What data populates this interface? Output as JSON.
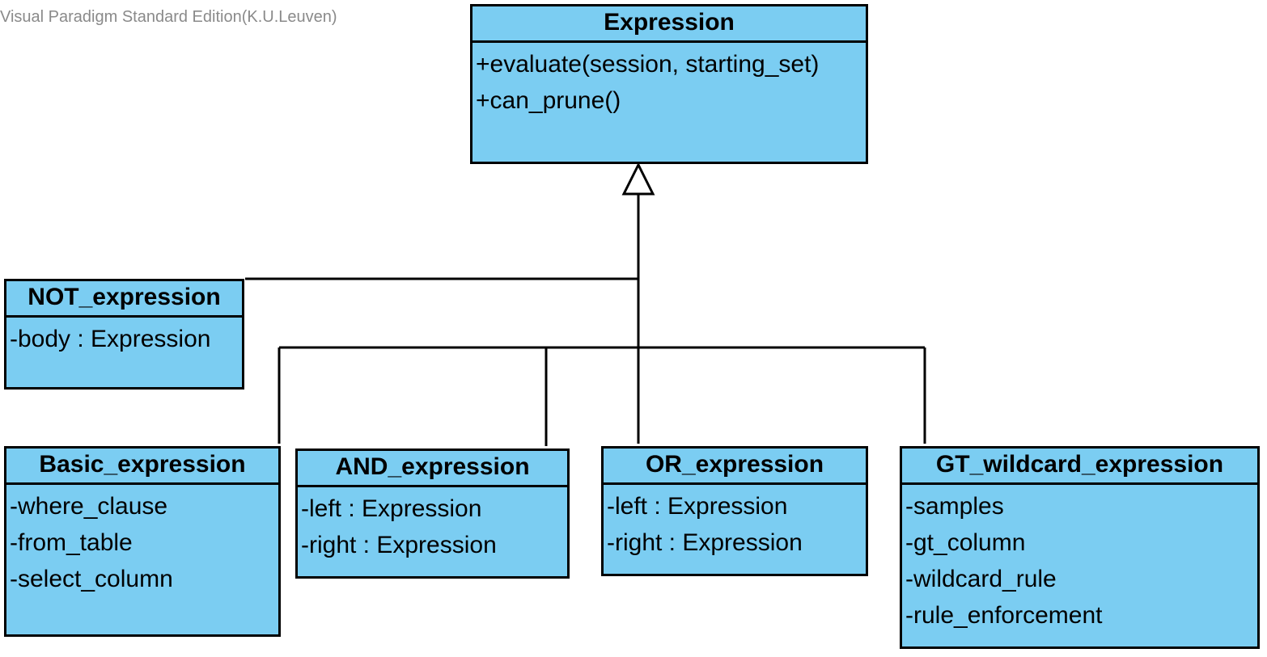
{
  "watermark": "Visual Paradigm Standard Edition(K.U.Leuven)",
  "colors": {
    "class_fill": "#7bcdf2",
    "border": "#000000",
    "watermark": "#8a8a8a"
  },
  "classes": {
    "expression": {
      "name": "Expression",
      "members": [
        "+evaluate(session, starting_set)",
        "+can_prune()"
      ]
    },
    "not_expression": {
      "name": "NOT_expression",
      "members": [
        "-body : Expression"
      ]
    },
    "basic_expression": {
      "name": "Basic_expression",
      "members": [
        "-where_clause",
        "-from_table",
        "-select_column"
      ]
    },
    "and_expression": {
      "name": "AND_expression",
      "members": [
        "-left : Expression",
        "-right : Expression"
      ]
    },
    "or_expression": {
      "name": "OR_expression",
      "members": [
        "-left : Expression",
        "-right : Expression"
      ]
    },
    "gt_wildcard_expression": {
      "name": "GT_wildcard_expression",
      "members": [
        "-samples",
        "-gt_column",
        "-wildcard_rule",
        "-rule_enforcement"
      ]
    }
  }
}
